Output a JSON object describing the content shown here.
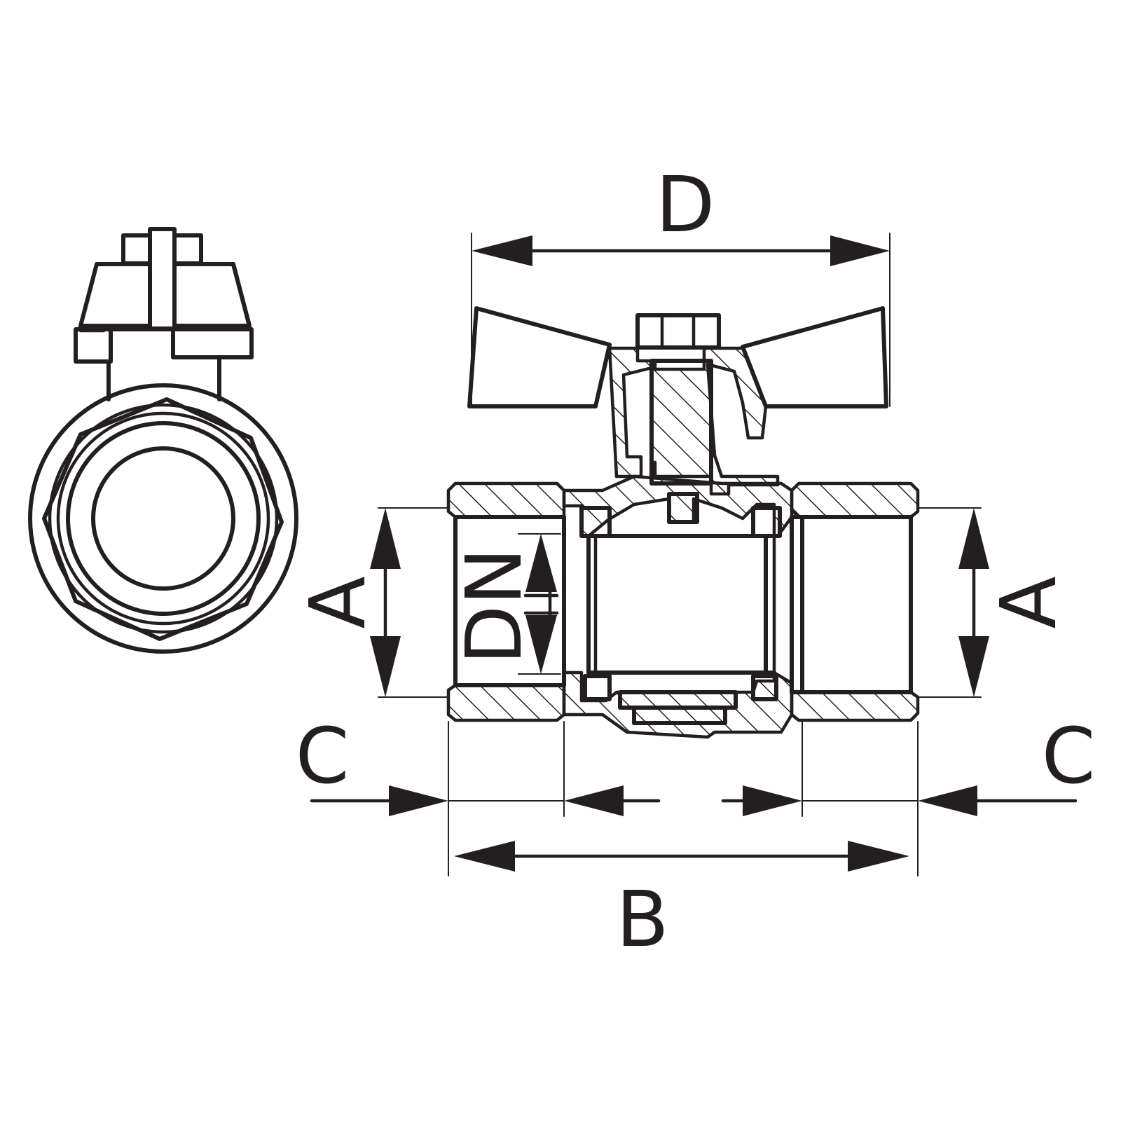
{
  "labels": {
    "handle_width": "D",
    "thread_diameter": "A",
    "nominal_bore": "DN",
    "thread_length": "C",
    "body_length": "B"
  },
  "colors": {
    "ink": "#231f20",
    "background": "#ffffff"
  }
}
